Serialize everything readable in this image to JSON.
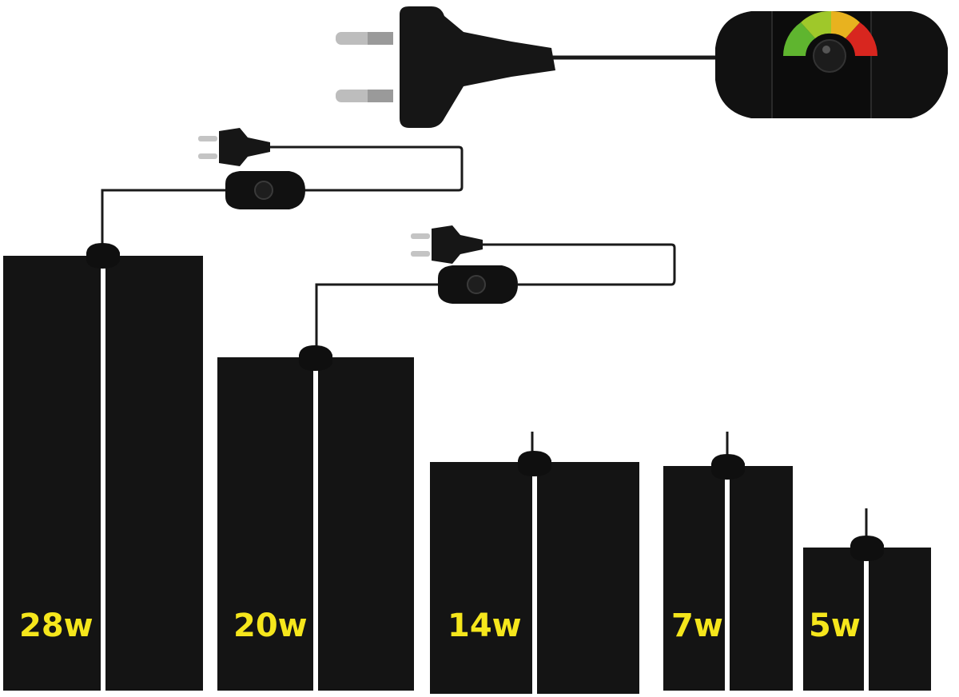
{
  "colors": {
    "background": "#ffffff",
    "mat": "#141414",
    "cable": "#1a1a1a",
    "label": "#f5e61c",
    "dial_green": "#5fb52f",
    "dial_yellow": "#e8b21f",
    "dial_red": "#d8261f"
  },
  "icons": [
    "plug-icon",
    "dimmer-dial-icon",
    "power-cable",
    "heat-mat",
    "cable-connector"
  ],
  "mats": [
    {
      "label": "28w",
      "watts": 28
    },
    {
      "label": "20w",
      "watts": 20
    },
    {
      "label": "14w",
      "watts": 14
    },
    {
      "label": "7w",
      "watts": 7
    },
    {
      "label": "5w",
      "watts": 5
    }
  ]
}
